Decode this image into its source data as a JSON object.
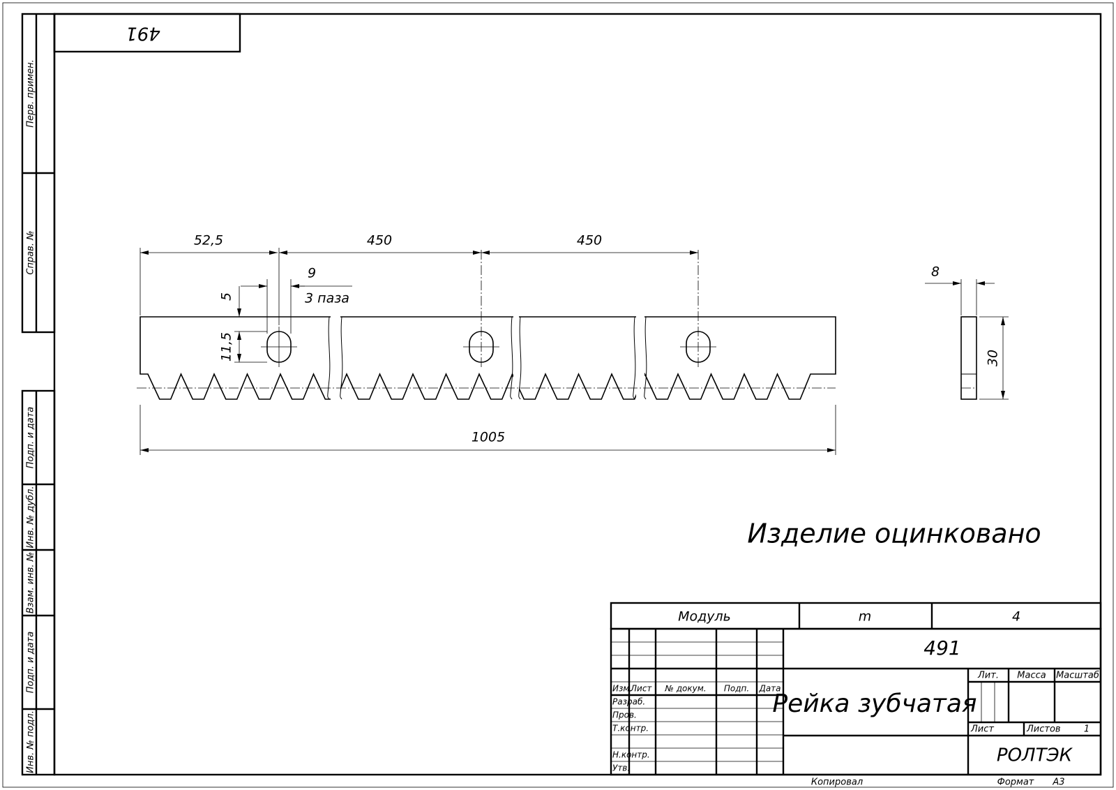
{
  "corner_stamp": "491",
  "side_labels": {
    "perv_primen": "Перв. примен.",
    "sprav_no": "Справ. №",
    "podp_data_top": "Подп. и дата",
    "inv_dubl": "Инв. № дубл.",
    "vzam_inv": "Взам. инв. №",
    "podp_data_bottom": "Подп. и дата",
    "inv_podl": "Инв. № подл."
  },
  "dimensions": {
    "d_52_5": "52,5",
    "d_450_a": "450",
    "d_450_b": "450",
    "d_9": "9",
    "d_slots": "3 паза",
    "d_5": "5",
    "d_11_5": "11,5",
    "d_1005": "1005",
    "d_8": "8",
    "d_30": "30"
  },
  "note": "Изделие оцинковано",
  "module_table": {
    "label": "Модуль",
    "symbol": "m",
    "value": "4"
  },
  "title_block": {
    "designation": "491",
    "name": "Рейка зубчатая",
    "company": "РОЛТЭК",
    "lit_header": "Лит.",
    "mass_header": "Масса",
    "scale_header": "Масштаб",
    "sheet_label": "Лист",
    "sheets_label": "Листов",
    "sheets_value": "1",
    "col_izm": "Изм.",
    "col_list": "Лист",
    "col_doc": "№ докум.",
    "col_podp": "Подп.",
    "col_data": "Дата",
    "role_razrab": "Разраб.",
    "role_prov": "Пров.",
    "role_tkontr": "Т.контр.",
    "role_nkontr": "Н.контр.",
    "role_utv": "Утв."
  },
  "footer": {
    "copied": "Копировал",
    "format_label": "Формат",
    "format_value": "А3"
  }
}
